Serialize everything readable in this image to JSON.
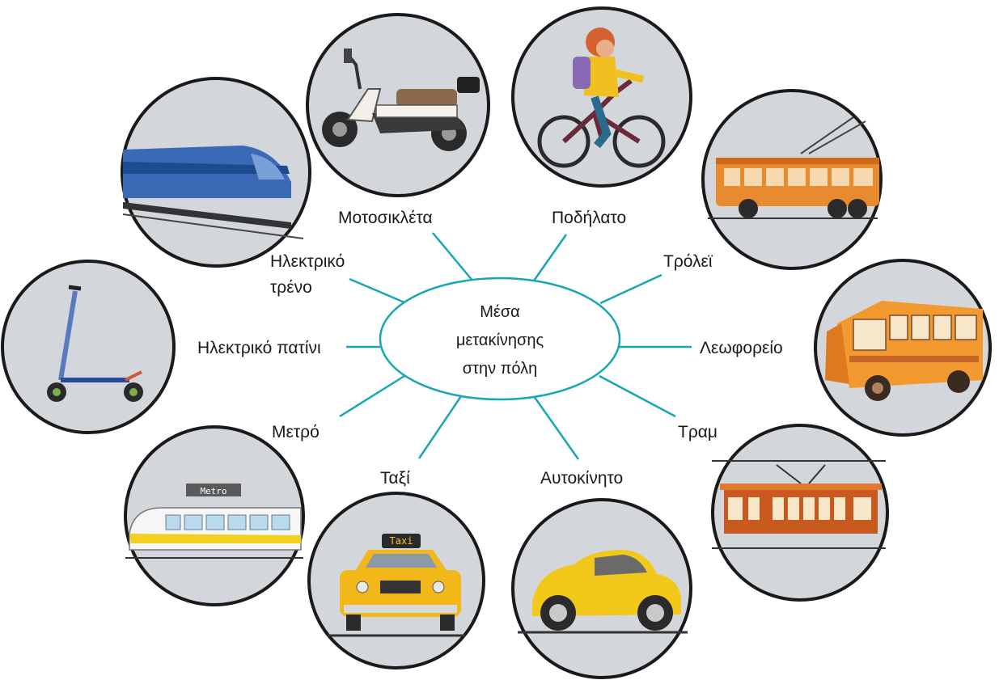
{
  "center": {
    "line1": "Μέσα",
    "line2": "μετακίνησης",
    "line3": "στην πόλη"
  },
  "labels": {
    "motorcycle": "Μοτοσικλέτα",
    "bicycle": "Ποδήλατο",
    "trolley": "Τρόλεϊ",
    "bus": "Λεωφορείο",
    "tram": "Τραμ",
    "car": "Αυτοκίνητο",
    "taxi": "Ταξί",
    "metro": "Μετρό",
    "scooter": "Ηλεκτρικό πατίνι",
    "train_line1": "Ηλεκτρικό",
    "train_line2": "τρένο"
  },
  "sign_text": {
    "metro_sign": "Metro",
    "taxi_sign": "Taxi"
  },
  "colors": {
    "spoke": "#17a6b4",
    "circle_fill": "#d3d6da",
    "circle_border": "#1a1a1a"
  }
}
